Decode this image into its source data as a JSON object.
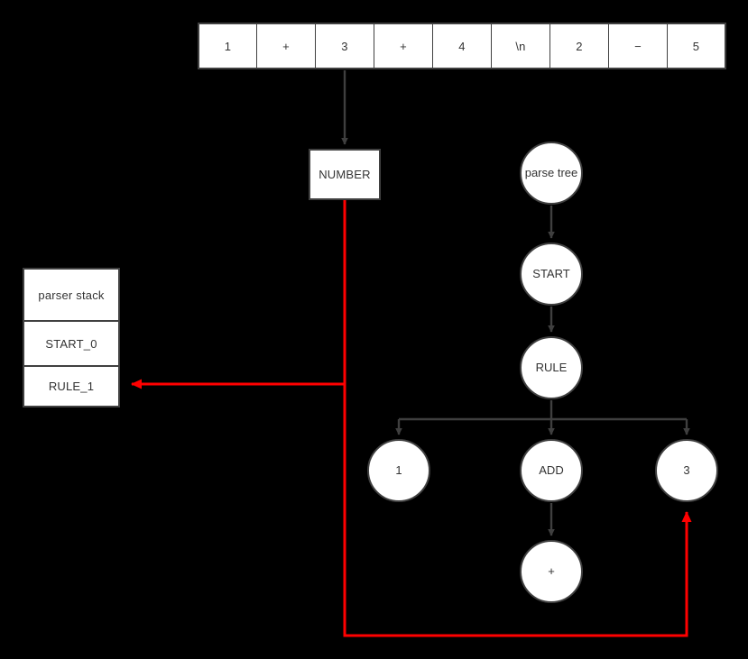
{
  "diagram": {
    "title": "parser-stack-and-parse-tree",
    "background_color": "#000000",
    "node_fill": "#ffffff",
    "node_stroke": "#404040",
    "edge_color": "#3f3f3f",
    "highlight_color": "#ff0000"
  },
  "token_stream": {
    "name": "input-token-stream",
    "tokens": [
      {
        "label": "1"
      },
      {
        "label": "+"
      },
      {
        "label": "3"
      },
      {
        "label": "+"
      },
      {
        "label": "4"
      },
      {
        "label": "\\n"
      },
      {
        "label": "2"
      },
      {
        "label": "−"
      },
      {
        "label": "5"
      }
    ],
    "current_token_index": 2
  },
  "lexer": {
    "token_box_label": "NUMBER"
  },
  "parser_stack": {
    "title": "parser stack",
    "entries": [
      {
        "label": "START_0"
      },
      {
        "label": "RULE_1"
      }
    ]
  },
  "parse_tree": {
    "root_label": "parse tree",
    "nodes": [
      {
        "id": "root",
        "label": "parse tree"
      },
      {
        "id": "start",
        "label": "START"
      },
      {
        "id": "rule",
        "label": "RULE"
      },
      {
        "id": "one",
        "label": "1"
      },
      {
        "id": "add",
        "label": "ADD"
      },
      {
        "id": "three",
        "label": "3"
      },
      {
        "id": "plus",
        "label": "+"
      }
    ]
  }
}
